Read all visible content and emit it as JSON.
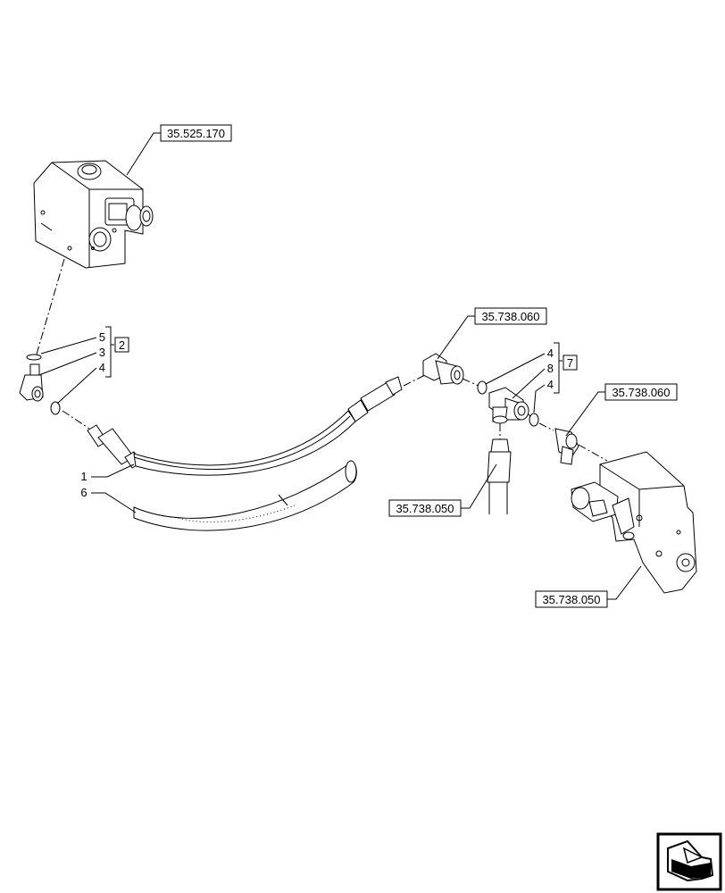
{
  "references": {
    "valve_block": "35.525.170",
    "elbow_fitting_upper": "35.738.060",
    "elbow_fitting_right": "35.738.060",
    "pipe_section": "35.738.050",
    "bracket_assembly": "35.738.050"
  },
  "callouts": {
    "item_1": "1",
    "item_6": "6",
    "group_left": {
      "items": [
        "5",
        "3",
        "4"
      ],
      "kit": "2"
    },
    "group_right": {
      "items": [
        "4",
        "8",
        "4"
      ],
      "kit": "7"
    }
  },
  "icons": {
    "navigation": "next-page-arrow-icon"
  }
}
